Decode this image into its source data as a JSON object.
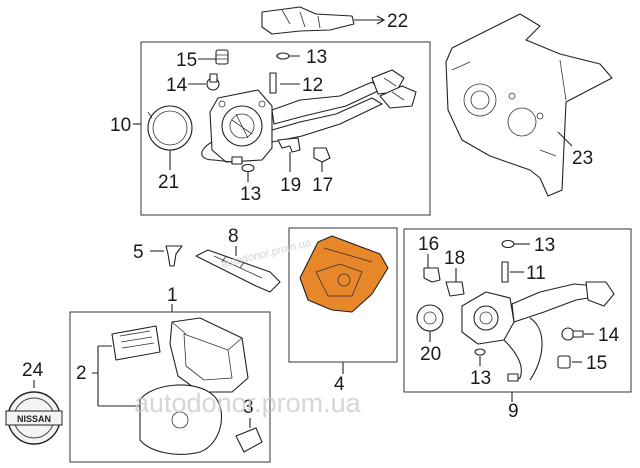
{
  "callouts": {
    "c1": "1",
    "c2": "2",
    "c3": "3",
    "c4": "4",
    "c5": "5",
    "c8": "8",
    "c9": "9",
    "c10": "10",
    "c11": "11",
    "c12": "12",
    "c13a": "13",
    "c13b": "13",
    "c13c": "13",
    "c13d": "13",
    "c14a": "14",
    "c14b": "14",
    "c15a": "15",
    "c15b": "15",
    "c16": "16",
    "c17": "17",
    "c18": "18",
    "c19": "19",
    "c20": "20",
    "c21": "21",
    "c22": "22",
    "c23": "23",
    "c24": "24"
  },
  "logo_text": "NISSAN",
  "watermark": "autodonor.prom.ua",
  "highlight_color": "#e8862a"
}
